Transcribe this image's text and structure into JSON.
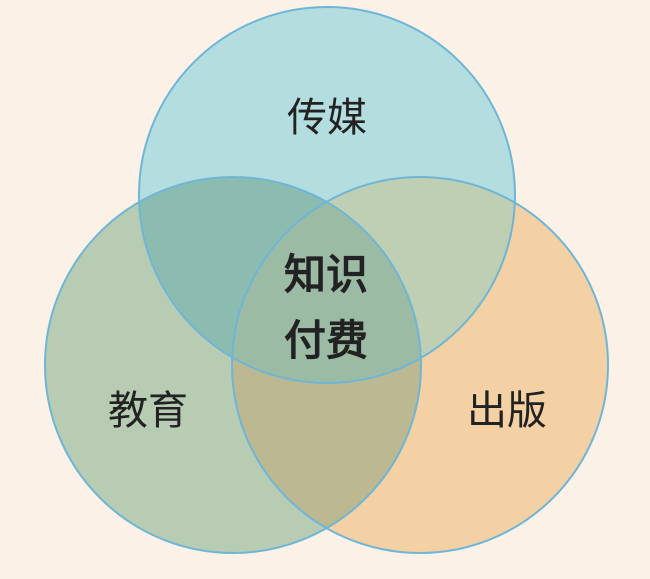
{
  "diagram": {
    "sets": [
      {
        "id": "media",
        "label": "传媒",
        "fill": "#b4dde0",
        "stroke": "#6fb6d6"
      },
      {
        "id": "education",
        "label": "教育",
        "fill": "#b7ccb3",
        "stroke": "#6fb6d6"
      },
      {
        "id": "publishing",
        "label": "出版",
        "fill": "#f3d1a4",
        "stroke": "#6fb6d6"
      }
    ],
    "center": {
      "line1": "知识",
      "line2": "付费"
    },
    "overlap_colors": {
      "media_education": "#8cbcb0",
      "media_publishing": "#bfcfb3",
      "education_publishing": "#bcb992",
      "all": "#9cbba4"
    },
    "background": "#fbf1e6"
  }
}
